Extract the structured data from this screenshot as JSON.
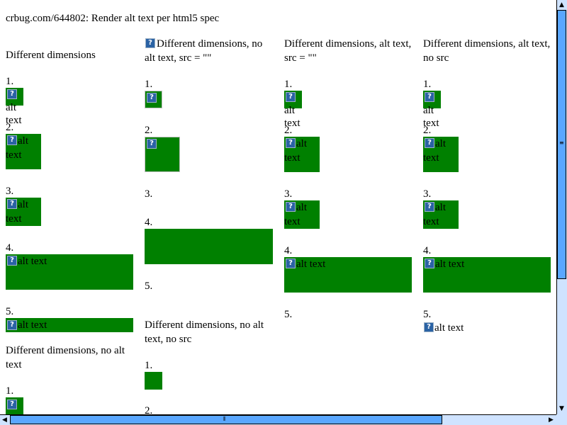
{
  "page": {
    "title": "crbug.com/644802: Render alt text per html5 spec"
  },
  "col1": {
    "heading": "Different dimensions",
    "items": [
      "1.",
      "2.",
      "3.",
      "4.",
      "5."
    ],
    "alt_text_1a": "alt",
    "alt_text_1b": "text",
    "alt_text_2a": "alt",
    "alt_text_2b": "text",
    "alt_text_3a": "alt",
    "alt_text_3b": "text",
    "alt_text_4": "alt text",
    "alt_text_5": "alt text",
    "heading2": "Different dimensions, no alt text",
    "item2_1": "1."
  },
  "col2": {
    "heading": "Different dimensions, no alt text, src = \"\"",
    "items": [
      "1.",
      "2.",
      "3.",
      "4.",
      "5."
    ],
    "heading2": "Different dimensions, no alt text, no src",
    "item2_1": "1.",
    "item2_2": "2."
  },
  "col3": {
    "heading": "Different dimensions, alt text, src = \"\"",
    "items": [
      "1.",
      "2.",
      "3.",
      "4.",
      "5."
    ],
    "alt_text_1a": "alt",
    "alt_text_1b": "text",
    "alt_text_2a": "alt",
    "alt_text_2b": "text",
    "alt_text_3a": "alt",
    "alt_text_3b": "text",
    "alt_text_4": "alt text"
  },
  "col4": {
    "heading": "Different dimensions, alt text, no src",
    "items": [
      "1.",
      "2.",
      "3.",
      "4.",
      "5."
    ],
    "alt_text_1a": "alt",
    "alt_text_1b": "text",
    "alt_text_2a": "alt",
    "alt_text_2b": "text",
    "alt_text_3a": "alt",
    "alt_text_3b": "text",
    "alt_text_4": "alt text",
    "alt_text_5": "alt text"
  },
  "icons": {
    "broken_image": "broken-image-icon",
    "broken_glyph": "?"
  },
  "colors": {
    "image_box": "#008000",
    "scrollbar_track": "#cfe3ff",
    "scrollbar_thumb": "#5aa7ff"
  }
}
